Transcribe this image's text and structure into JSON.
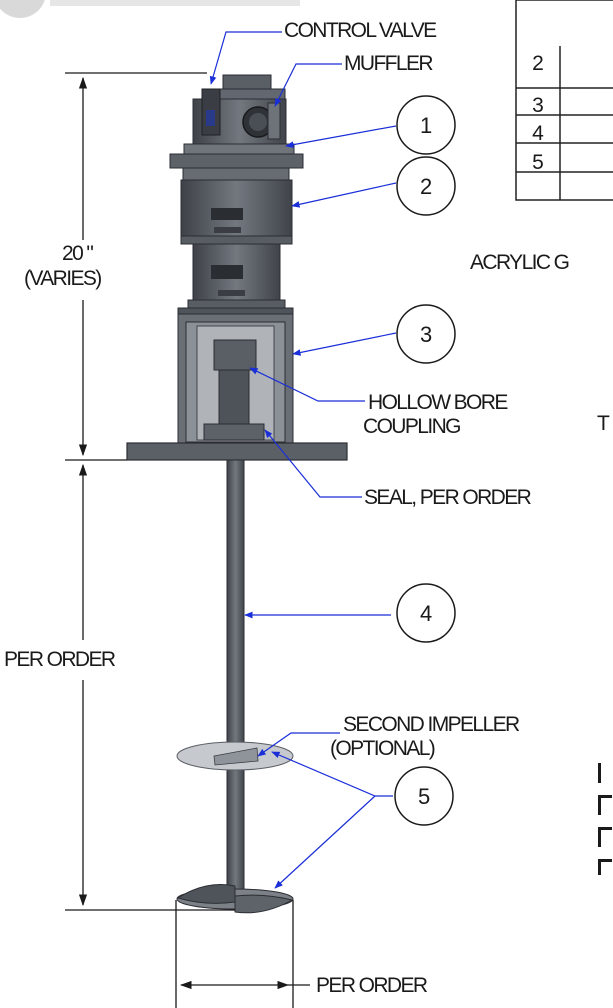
{
  "labels": {
    "control_valve": "CONTROL VALVE",
    "muffler": "MUFFLER",
    "height_value": "20 \"",
    "height_varies": "(VARIES)",
    "shaft_length": "PER ORDER",
    "hollow_bore_line1": "HOLLOW BORE",
    "hollow_bore_line2": "COUPLING",
    "seal": "SEAL, PER ORDER",
    "second_impeller_line1": "SECOND IMPELLER",
    "second_impeller_line2": "(OPTIONAL)",
    "impeller_diameter": "PER ORDER",
    "acrylic": "ACRYLIC G",
    "partial_t": "T"
  },
  "balloons": [
    "1",
    "2",
    "3",
    "4",
    "5"
  ],
  "table_rows": [
    "2",
    "3",
    "4",
    "5"
  ],
  "colors": {
    "leader": "#1a2fd8",
    "dimension": "#1a1a1a",
    "metal_dark": "#4a4e55",
    "metal_mid": "#6b7078",
    "metal_light": "#8e939a"
  }
}
